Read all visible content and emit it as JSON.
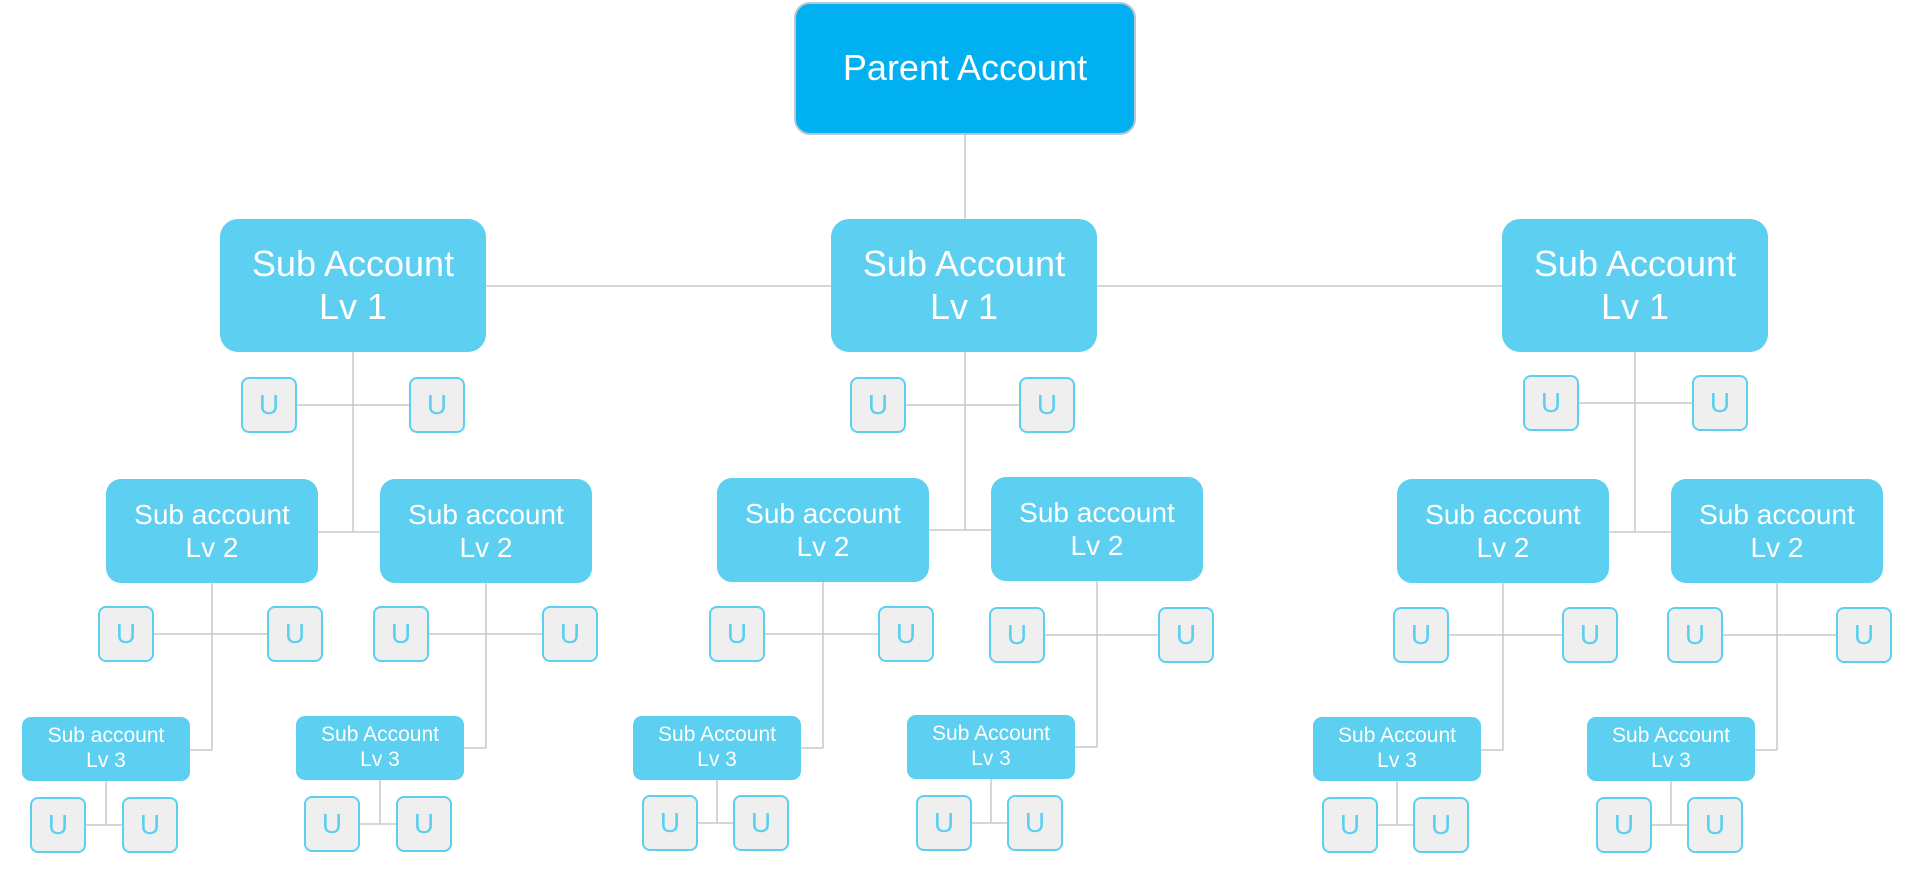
{
  "colors": {
    "parent_fill": "#00b0f0",
    "node_fill": "#5dcff0",
    "user_fill": "#efefef",
    "user_border": "#5dcff0",
    "connector": "#c8c8c8",
    "text": "#ffffff"
  },
  "parent": {
    "label": "Parent Account"
  },
  "level1": {
    "line1": "Sub Account",
    "line2": "Lv 1"
  },
  "level2": {
    "line1": "Sub account",
    "line2": "Lv 2"
  },
  "level3": [
    {
      "line1": "Sub account",
      "line2": "Lv 3"
    },
    {
      "line1": "Sub Account",
      "line2": "Lv 3"
    },
    {
      "line1": "Sub Account",
      "line2": "Lv 3"
    },
    {
      "line1": "Sub Account",
      "line2": "Lv 3"
    },
    {
      "line1": "Sub Account",
      "line2": "Lv 3"
    },
    {
      "line1": "Sub Account",
      "line2": "Lv 3"
    }
  ],
  "user": {
    "label": "U"
  }
}
